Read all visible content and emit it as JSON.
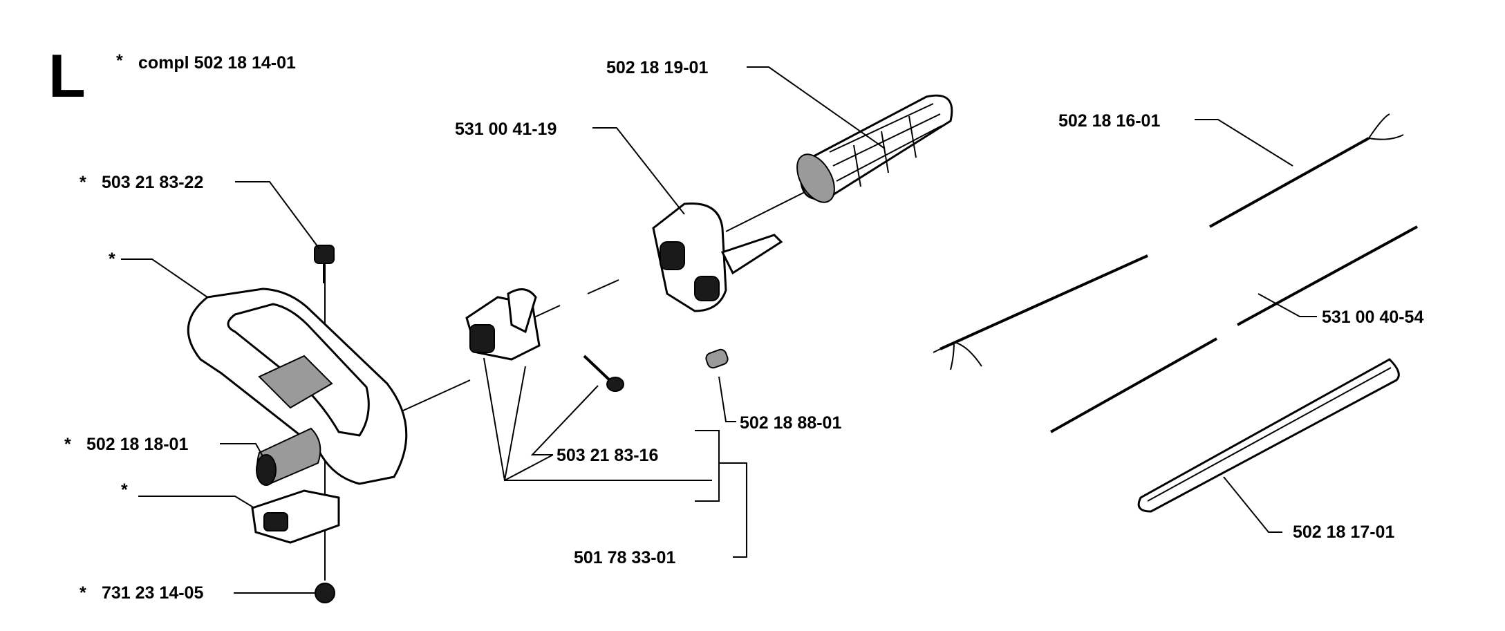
{
  "section_letter": "L",
  "kit": {
    "prefix": "*",
    "text": "compl 502 18 14-01"
  },
  "labels": {
    "handle_grip": "502 18 19-01",
    "throttle_housing": "531 00 41-19",
    "throttle_cable": "502 18 16-01",
    "screw_top": "503 21 83-22",
    "loop_handle": "",
    "stop_cable": "531 00 40-54",
    "sleeve": "502 18 88-01",
    "rubber_grip": "502 18 18-01",
    "clamp_screw": "503 21 83-16",
    "clamp_lower": "",
    "bracket_kit": "501 78 33-01",
    "nut": "731 23 14-05",
    "spiral_hose": "502 18 17-01"
  },
  "asterisk": "*"
}
